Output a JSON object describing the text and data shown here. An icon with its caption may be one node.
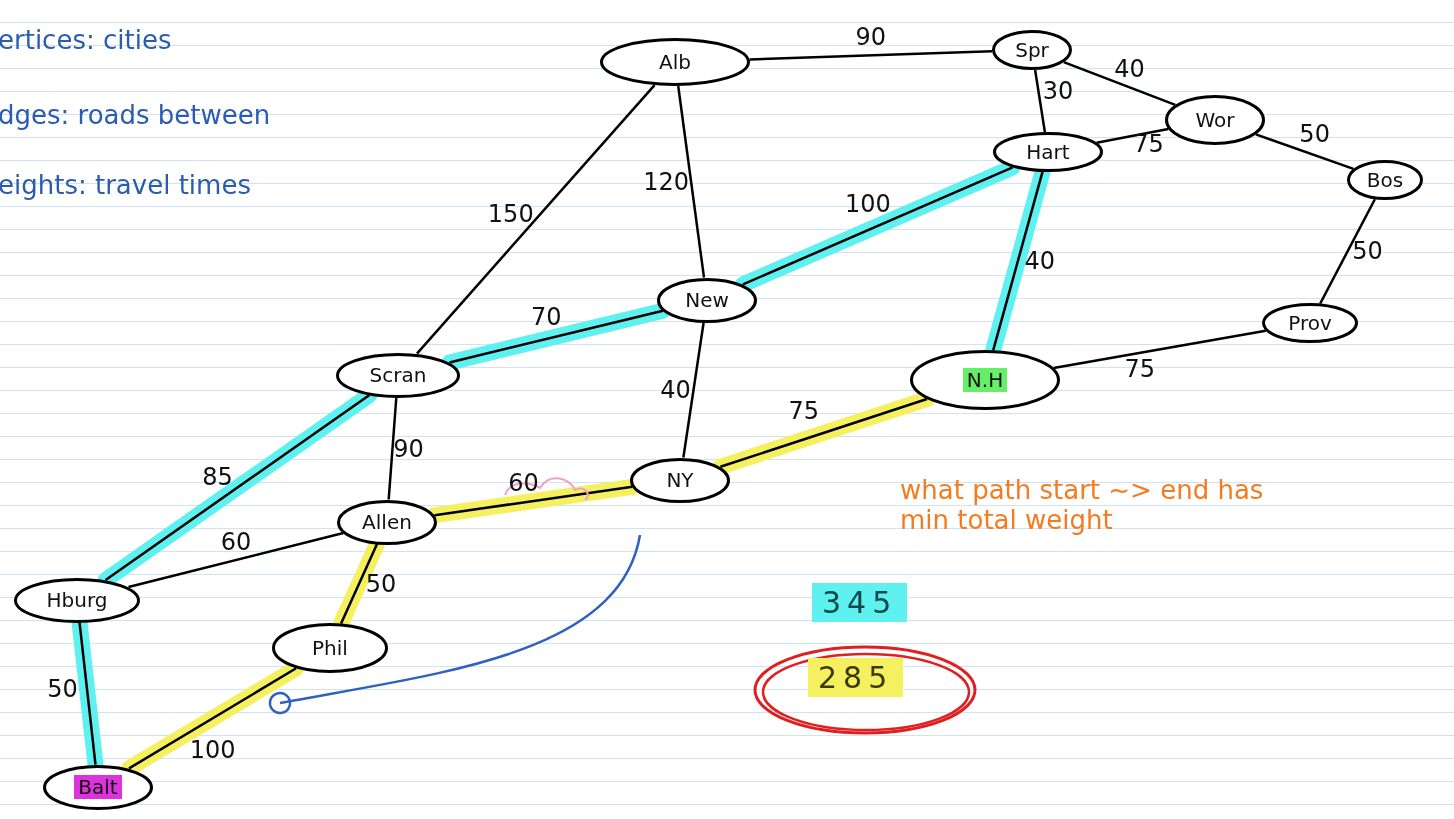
{
  "diagram": {
    "nodes": [
      {
        "text": [
          "Alb"
        ]
      },
      {
        "text": [
          "Spr"
        ]
      },
      {
        "text": [
          "Wor"
        ]
      },
      {
        "text": [
          "Hart"
        ]
      },
      {
        "text": [
          "Bos"
        ]
      },
      {
        "text": [
          "New"
        ]
      },
      {
        "text": [
          "Prov"
        ]
      },
      {
        "text": [
          "Scran"
        ]
      },
      {
        "text": [
          "N.H"
        ]
      },
      {
        "text": [
          "NY"
        ]
      },
      {
        "text": [
          "Allen"
        ]
      },
      {
        "text": [
          "Hburg"
        ]
      },
      {
        "text": [
          "Phil"
        ]
      },
      {
        "text": [
          "Balt"
        ]
      }
    ],
    "edges": [
      {
        "from": 0,
        "to": 1,
        "arrow": "none",
        "label": "90"
      },
      {
        "from": 1,
        "to": 2,
        "arrow": "none",
        "label": "40"
      },
      {
        "from": 1,
        "to": 3,
        "arrow": "none",
        "label": "30"
      },
      {
        "from": 3,
        "to": 2,
        "arrow": "none",
        "label": "75"
      },
      {
        "from": 2,
        "to": 4,
        "arrow": "none",
        "label": "50"
      },
      {
        "from": 4,
        "to": 6,
        "arrow": "none",
        "label": "50"
      },
      {
        "from": 0,
        "to": 7,
        "arrow": "none",
        "label": "150"
      },
      {
        "from": 0,
        "to": 5,
        "arrow": "none",
        "label": "120"
      },
      {
        "from": 5,
        "to": 3,
        "arrow": "none",
        "label": "100",
        "style": "thick",
        "color": "#5ff0f0"
      },
      {
        "from": 3,
        "to": 8,
        "arrow": "none",
        "label": "40",
        "style": "thick",
        "color": "#5ff0f0"
      },
      {
        "from": 6,
        "to": 8,
        "arrow": "none",
        "label": "75"
      },
      {
        "from": 7,
        "to": 5,
        "arrow": "none",
        "label": "70",
        "style": "thick",
        "color": "#5ff0f0"
      },
      {
        "from": 5,
        "to": 9,
        "arrow": "none",
        "label": "40"
      },
      {
        "from": 9,
        "to": 8,
        "arrow": "none",
        "label": "75",
        "style": "thick",
        "color": "#f5f060"
      },
      {
        "from": 7,
        "to": 10,
        "arrow": "none",
        "label": "90"
      },
      {
        "from": 7,
        "to": 11,
        "arrow": "none",
        "label": "85",
        "style": "thick",
        "color": "#5ff0f0"
      },
      {
        "from": 10,
        "to": 9,
        "arrow": "none",
        "label": "60",
        "style": "thick",
        "color": "#f5f060"
      },
      {
        "from": 11,
        "to": 10,
        "arrow": "none",
        "label": "60"
      },
      {
        "from": 10,
        "to": 12,
        "arrow": "none",
        "label": "50",
        "style": "thick",
        "color": "#f5f060"
      },
      {
        "from": 11,
        "to": 13,
        "arrow": "none",
        "label": "50",
        "style": "thick",
        "color": "#5ff0f0"
      },
      {
        "from": 12,
        "to": 13,
        "arrow": "none",
        "label": "100",
        "style": "thick",
        "color": "#f5f060"
      },
      {
        "from": 9,
        "to": 12,
        "arrow": "other",
        "color": "#3060c0"
      }
    ],
    "labels": [
      "ertices: cities",
      "dges: roads between",
      "eights: travel times",
      "what path start ~> end has min total weight",
      "345",
      "285"
    ]
  }
}
